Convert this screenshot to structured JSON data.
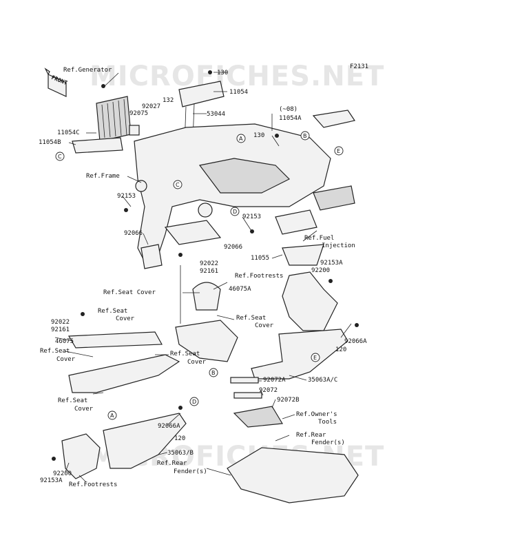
{
  "diagram_code": "F2131",
  "watermark": "MICROFICHES.NET",
  "front_tag": "FRONT",
  "inset_label": "(~08)",
  "callout_letters": [
    "A",
    "B",
    "C",
    "D",
    "E"
  ],
  "labels": {
    "ref_generator": "Ref.Generator",
    "p130a": "130",
    "p11054": "11054",
    "p132": "132",
    "p92027": "92027",
    "p92075": "92075",
    "p53044": "53044",
    "p11054a": "11054A",
    "p11054c": "11054C",
    "p11054b": "11054B",
    "p130b": "130",
    "ref_frame": "Ref.Frame",
    "p92153a": "92153",
    "p92153b": "92153",
    "p92066a": "92066",
    "p92066b": "92066",
    "ref_fuel_injection_1": "Ref.Fuel",
    "ref_fuel_injection_2": "Injection",
    "p11055": "11055",
    "p92153A_r": "92153A",
    "p92200_r": "92200",
    "p92022_c": "92022",
    "p92161_c": "92161",
    "ref_seat_cover_main": "Ref.Seat Cover",
    "ref_footrests_r": "Ref.Footrests",
    "p46075A": "46075A",
    "ref_seat_cover_l1": "Ref.Seat",
    "ref_seat_cover_l2": "Cover",
    "p92022_l": "92022",
    "p92161_l": "92161",
    "ref_seat_cover_m1": "Ref.Seat",
    "ref_seat_cover_m2": "Cover",
    "p46075": "46075",
    "ref_seat_cover_ll1": "Ref.Seat",
    "ref_seat_cover_ll2": "Cover",
    "ref_seat_cover_lm1": "Ref.Seat",
    "ref_seat_cover_lm2": "Cover",
    "p92066A_r": "92066A",
    "p120_r": "120",
    "p92072A": "92072A",
    "p35063AC": "35063A/C",
    "p92072": "92072",
    "p92072B": "92072B",
    "ref_owners_tools_1": "Ref.Owner's",
    "ref_owners_tools_2": "Tools",
    "ref_seat_cover_lo1": "Ref.Seat",
    "ref_seat_cover_lo2": "Cover",
    "ref_rear_fender_r1": "Ref.Rear",
    "ref_rear_fender_r2": "Fender(s)",
    "p92066A_l": "92066A",
    "p120_l": "120",
    "p35063B": "35063/B",
    "ref_rear_fender_l1": "Ref.Rear",
    "ref_rear_fender_l2": "Fender(s)",
    "p92200_l": "92200",
    "p92153A_l": "92153A",
    "ref_footrests_l": "Ref.Footrests"
  }
}
